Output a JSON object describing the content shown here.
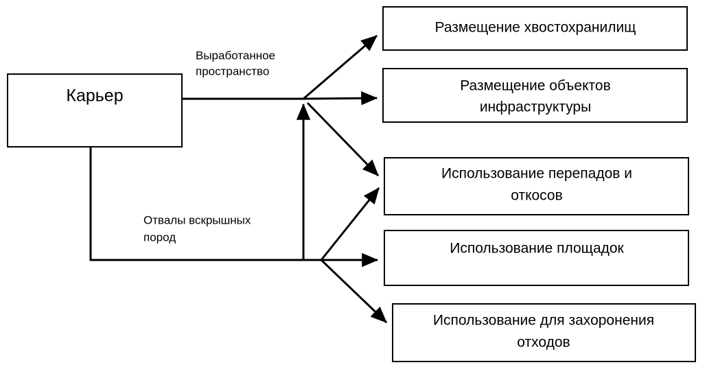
{
  "diagram": {
    "title": "",
    "colors": {
      "background": "#ffffff",
      "stroke": "#000000",
      "fill": "#ffffff",
      "text": "#000000"
    },
    "source_node": {
      "id": "karier",
      "label": "Карьер"
    },
    "edge_labels": [
      {
        "id": "vyrabotannoe-prostranstvo",
        "line1": "Выработанное",
        "line2": "пространство"
      },
      {
        "id": "otvaly-vskryshnykh-porod",
        "line1": "Отвалы вскрышных",
        "line2": "пород"
      }
    ],
    "target_nodes": [
      {
        "id": "razmeshchenie-khvostokhranilishch",
        "line1": "Размещение хвостохранилищ",
        "line2": ""
      },
      {
        "id": "razmeshchenie-obektov-infrastruktury",
        "line1": "Размещение объектов",
        "line2": "инфраструктуры"
      },
      {
        "id": "ispolzovanie-perepadov-i-otkosov",
        "line1": "Использование перепадов и",
        "line2": "откосов"
      },
      {
        "id": "ispolzovanie-ploshchadok",
        "line1": "Использование площадок",
        "line2": ""
      },
      {
        "id": "ispolzovanie-dlya-zakhoroneniya-otkhodov",
        "line1": "Использование для захоронения",
        "line2": "отходов"
      }
    ]
  }
}
